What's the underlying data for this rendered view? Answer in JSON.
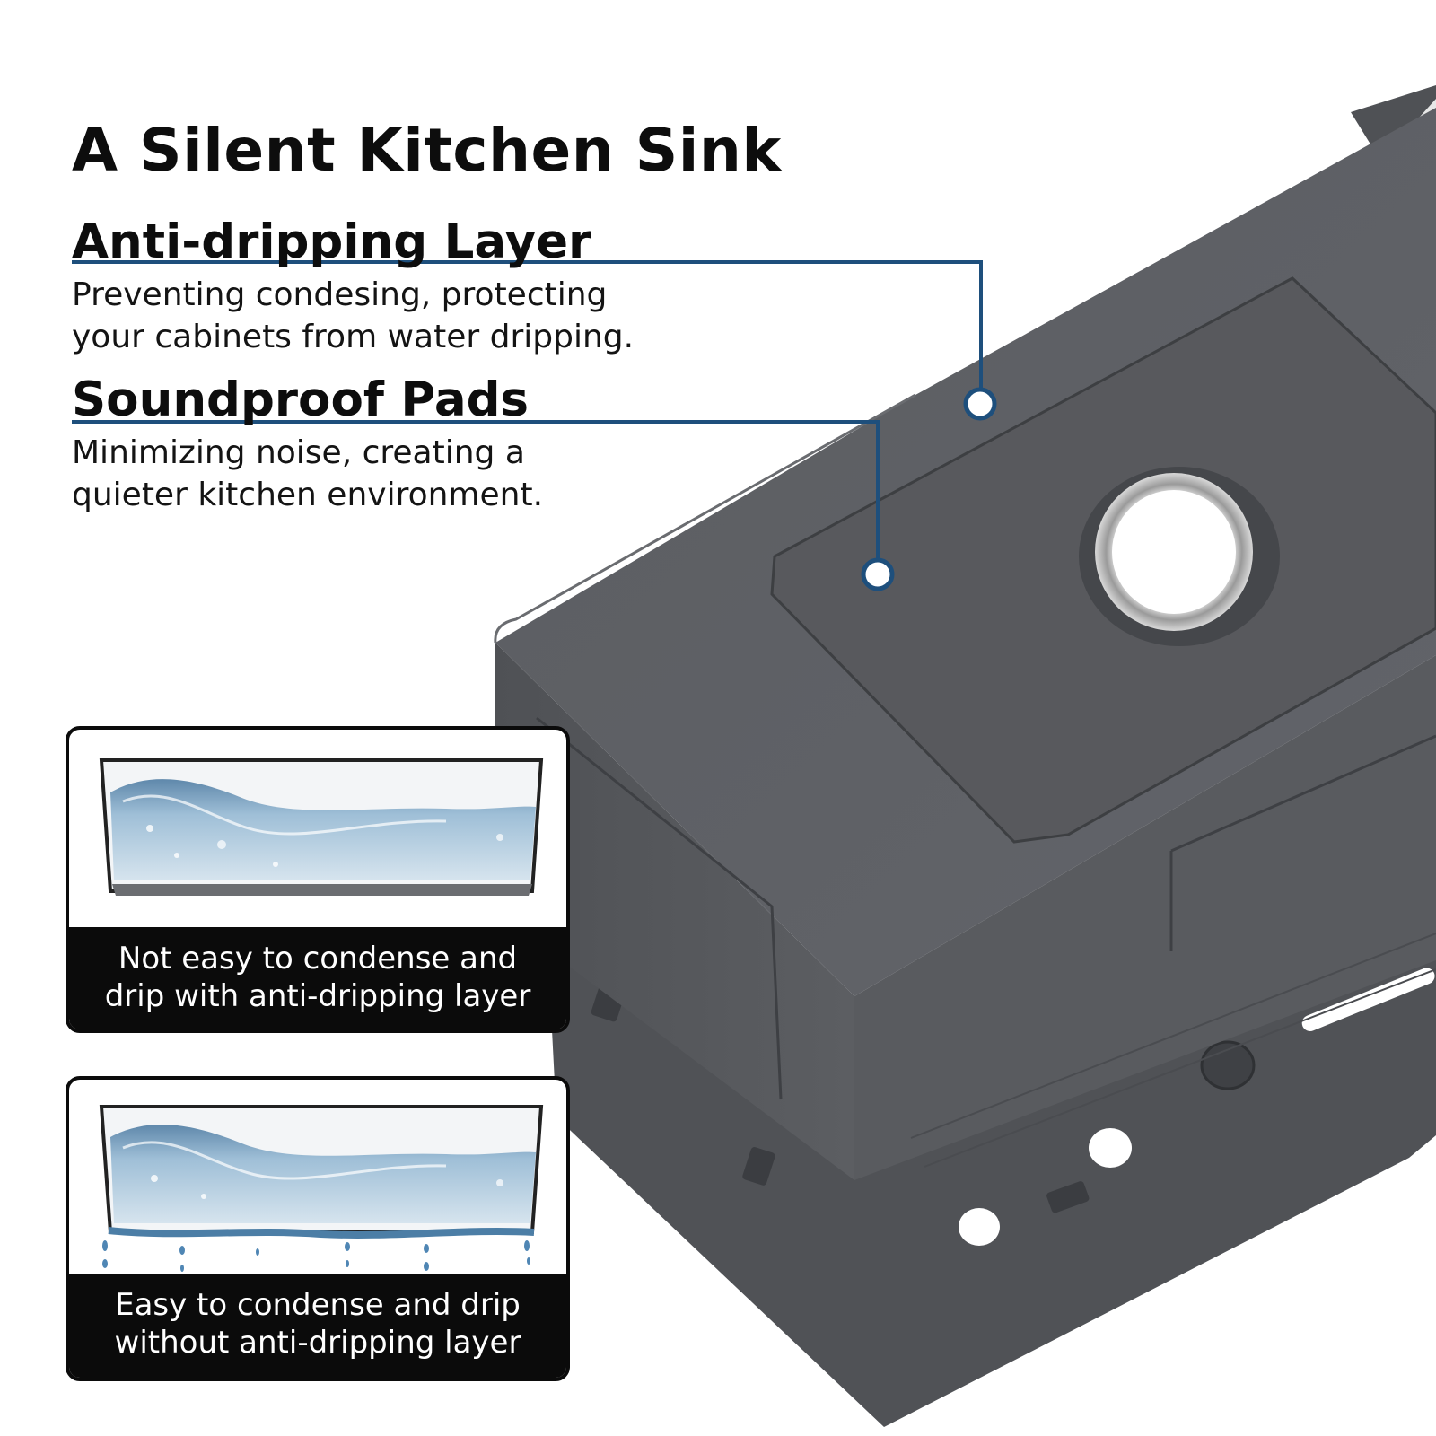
{
  "title": "A Silent Kitchen Sink",
  "features": [
    {
      "heading": "Anti-dripping Layer",
      "description_lines": [
        "Preventing condesing, protecting",
        "your cabinets from water dripping."
      ]
    },
    {
      "heading": "Soundproof Pads",
      "description_lines": [
        "Minimizing noise, creating a",
        "quieter kitchen environment."
      ]
    }
  ],
  "comparison": [
    {
      "caption_lines": [
        "Not easy to condense and",
        "drip with anti-dripping layer"
      ],
      "state": "dry"
    },
    {
      "caption_lines": [
        "Easy to condense and drip",
        "without anti-dripping layer"
      ],
      "state": "dripping"
    }
  ],
  "colors": {
    "callout_line": "#1e4f7c",
    "sink_body": "#5a5c60",
    "sink_flange": "#4e5054",
    "caption_background": "#0b0b0b",
    "water": "#8fb3cf"
  },
  "icons": {
    "callout_marker": "callout-dot-icon",
    "drain": "drain-hole-icon"
  }
}
